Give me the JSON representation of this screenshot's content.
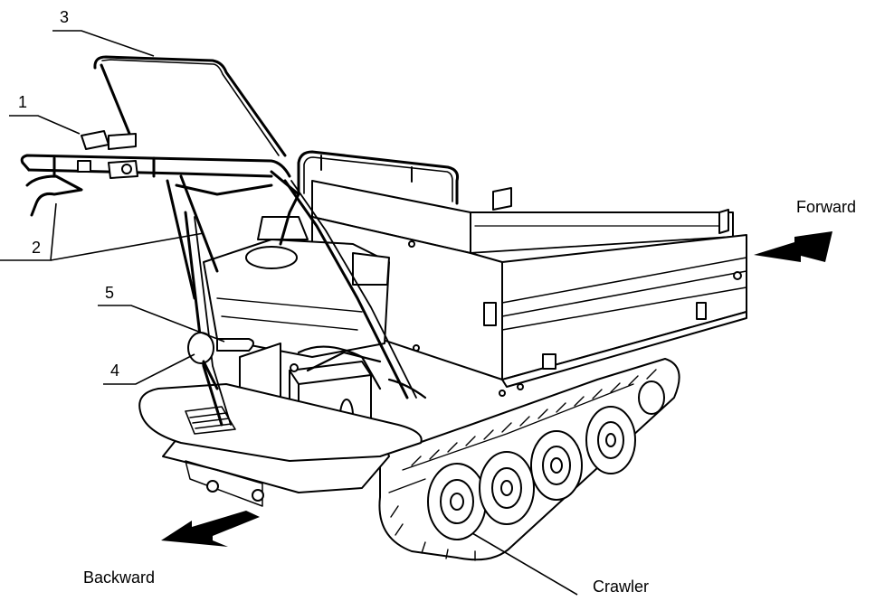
{
  "callouts": {
    "n1": "1",
    "n2": "2",
    "n3": "3",
    "n4": "4",
    "n5": "5"
  },
  "directions": {
    "forward": "Forward",
    "backward": "Backward"
  },
  "parts": {
    "crawler": "Crawler"
  }
}
